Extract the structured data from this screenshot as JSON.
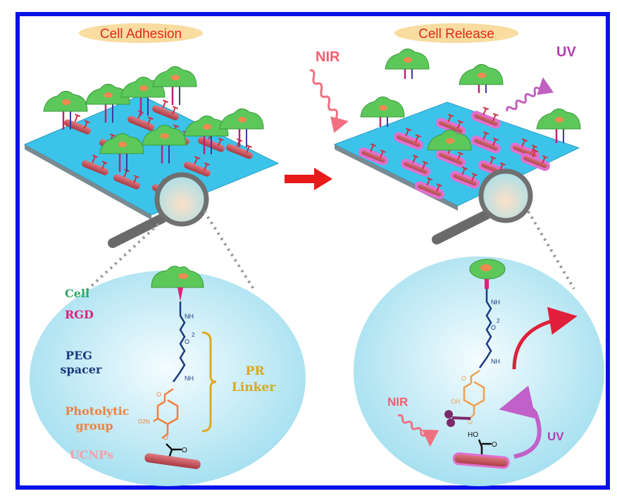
{
  "colors": {
    "frame": "#0a12e6",
    "substrate": "#3cc3ea",
    "cell": "#5cc85a",
    "nucleus": "#f08a50",
    "ucnp": "#c8505a",
    "nir": "#f06070",
    "uv": "#b040b0",
    "label_bg": "#f8dca0",
    "title_text": "#e02a1a",
    "bubble": "#aee4f2"
  },
  "panels": {
    "adhesion": {
      "title": "Cell Adhesion"
    },
    "release": {
      "title": "Cell Release",
      "nir_label": "NIR",
      "uv_label": "UV"
    }
  },
  "legend_left": {
    "cell": "Cell",
    "rgd": "RGD",
    "peg_line1": "PEG",
    "peg_line2": "spacer",
    "photolytic_line1": "Photolytic",
    "photolytic_line2": "group",
    "ucnps": "UCNPs",
    "linker_line1": "PR",
    "linker_line2": "Linker",
    "chem": {
      "nh_top": "NH",
      "o": "O",
      "n": "2",
      "nh_bottom": "NH",
      "carbonyl": "O",
      "nitro": "O2N",
      "ester_o": "O",
      "ester_co": "O"
    }
  },
  "detail_right": {
    "nir_label": "NIR",
    "uv_label": "UV",
    "chem": {
      "nh_top": "NH",
      "o": "O",
      "n": "2",
      "nh_bottom": "NH",
      "carbonyl": "O",
      "hydroxy": "OH",
      "aldehyde": "O",
      "acid_ho": "HO",
      "acid_o": "O"
    }
  },
  "icons": [
    "cell-icon",
    "magnifier-icon",
    "scissors-icon",
    "arrow-right-icon",
    "wave-arrow-icon",
    "curved-arrow-icon"
  ]
}
